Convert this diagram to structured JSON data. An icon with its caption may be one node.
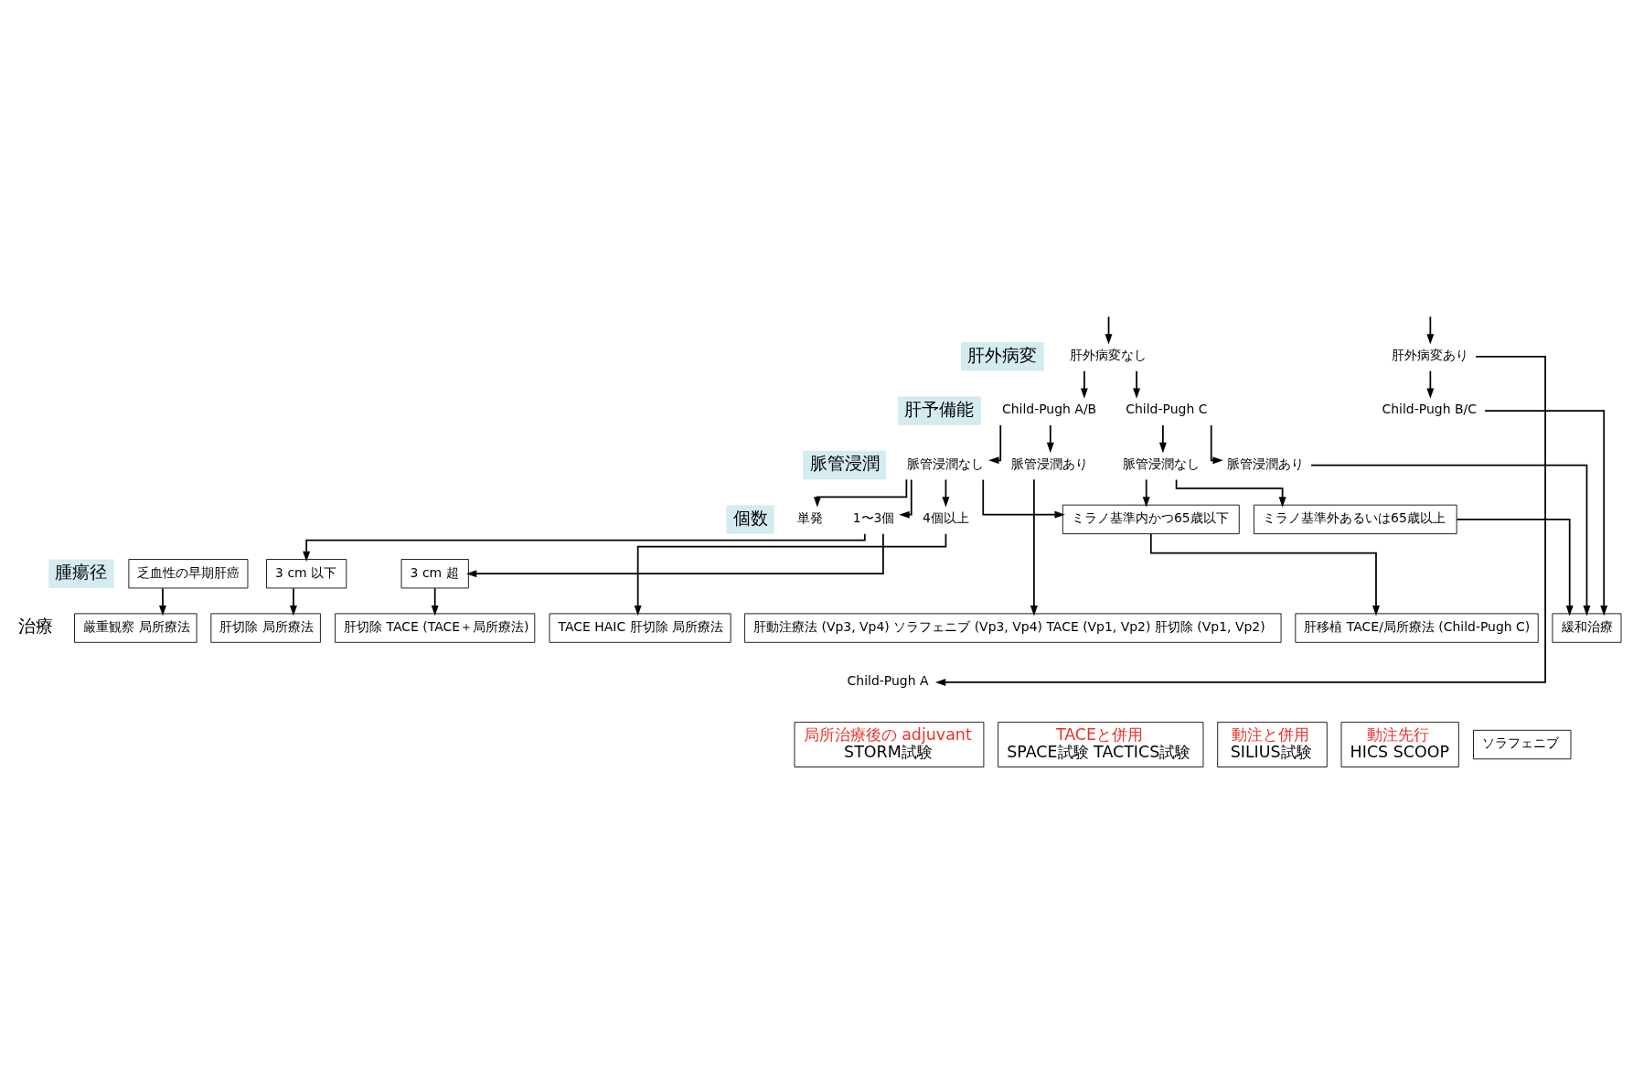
{
  "diagram": {
    "nodes": [
      {
        "text": [
          "肝外病変なし"
        ]
      },
      {
        "text": [
          "肝外病変あり"
        ]
      },
      {
        "text": [
          "Child-Pugh A/B"
        ]
      },
      {
        "text": [
          "Child-Pugh C"
        ]
      },
      {
        "text": [
          "Child-Pugh B/C"
        ]
      },
      {
        "text": [
          "脈管浸潤なし"
        ]
      },
      {
        "text": [
          "脈管浸潤あり"
        ]
      },
      {
        "text": [
          "脈管浸潤なし"
        ]
      },
      {
        "text": [
          "脈管浸潤あり"
        ]
      },
      {
        "text": [
          "単発"
        ]
      },
      {
        "text": [
          "1〜3個"
        ]
      },
      {
        "text": [
          "4個以上"
        ]
      },
      {
        "text": [
          "乏血性の早期肝癌"
        ]
      },
      {
        "text": [
          "ミラノ基準内かつ65歳以下"
        ]
      },
      {
        "text": [
          "ミラノ基準外あるいは65歳以上"
        ]
      },
      {
        "text": [
          "3 cm 以下"
        ]
      },
      {
        "text": [
          "3 cm 超"
        ]
      },
      {
        "text": [
          "厳重観察 局所療法"
        ]
      },
      {
        "text": [
          "肝切除 局所療法"
        ]
      },
      {
        "text": [
          "肝切除 TACE (TACE＋局所療法)"
        ]
      },
      {
        "text": [
          "TACE HAIC 肝切除 局所療法"
        ]
      },
      {
        "text": [
          "肝動注療法 (Vp3, Vp4) ソラフェニブ (Vp3, Vp4) TACE (Vp1, Vp2) 肝切除 (Vp1, Vp2)"
        ]
      },
      {
        "text": [
          "肝移植 TACE/局所療法 (Child-Pugh C)"
        ]
      },
      {
        "text": [
          "緩和治療"
        ]
      },
      {
        "text": [
          "Child-Pugh A"
        ]
      },
      {
        "text": [
          "ソラフェニブ"
        ]
      },
      {
        "text": [
          "局所治療後の adjuvant",
          "STORM試験"
        ]
      },
      {
        "text": [
          "TACEと併用",
          "SPACE試験 TACTICS試験"
        ]
      },
      {
        "text": [
          "動注と併用",
          "SILIUS試験"
        ]
      },
      {
        "text": [
          "動注先行",
          "HICS SCOOP"
        ]
      }
    ],
    "edges": [
      {
        "from": null,
        "to": 0,
        "arrow": "to"
      },
      {
        "from": null,
        "to": 1,
        "arrow": "to"
      },
      {
        "from": 0,
        "to": 2,
        "arrow": "to"
      },
      {
        "from": 0,
        "to": 3,
        "arrow": "to"
      },
      {
        "from": 1,
        "to": 4,
        "arrow": "to"
      },
      {
        "from": 1,
        "to": 24,
        "arrow": "to"
      },
      {
        "from": 2,
        "to": 5,
        "arrow": "to"
      },
      {
        "from": 2,
        "to": 6,
        "arrow": "to"
      },
      {
        "from": 3,
        "to": 7,
        "arrow": "to"
      },
      {
        "from": 3,
        "to": 8,
        "arrow": "to"
      },
      {
        "from": 5,
        "to": 9,
        "arrow": "to"
      },
      {
        "from": 5,
        "to": 10,
        "arrow": "to"
      },
      {
        "from": 5,
        "to": 11,
        "arrow": "to"
      },
      {
        "from": 5,
        "to": 13,
        "arrow": "to"
      },
      {
        "from": 7,
        "to": 13,
        "arrow": "to"
      },
      {
        "from": 7,
        "to": 14,
        "arrow": "to"
      },
      {
        "from": 10,
        "to": 15,
        "arrow": "to"
      },
      {
        "from": 10,
        "to": 16,
        "arrow": "to"
      },
      {
        "from": 12,
        "to": 17,
        "arrow": "to"
      },
      {
        "from": 15,
        "to": 18,
        "arrow": "to"
      },
      {
        "from": 16,
        "to": 19,
        "arrow": "to"
      },
      {
        "from": 11,
        "to": 20,
        "arrow": "to"
      },
      {
        "from": 6,
        "to": 21,
        "arrow": "to"
      },
      {
        "from": 13,
        "to": 22,
        "arrow": "to"
      },
      {
        "from": 14,
        "to": 23,
        "arrow": "to"
      },
      {
        "from": 8,
        "to": 23,
        "arrow": "to"
      },
      {
        "from": 4,
        "to": 23,
        "arrow": "to"
      }
    ],
    "labels": [
      "肝外病変",
      "肝予備能",
      "脈管浸潤",
      "個数",
      "腫瘍径",
      "治療"
    ]
  }
}
